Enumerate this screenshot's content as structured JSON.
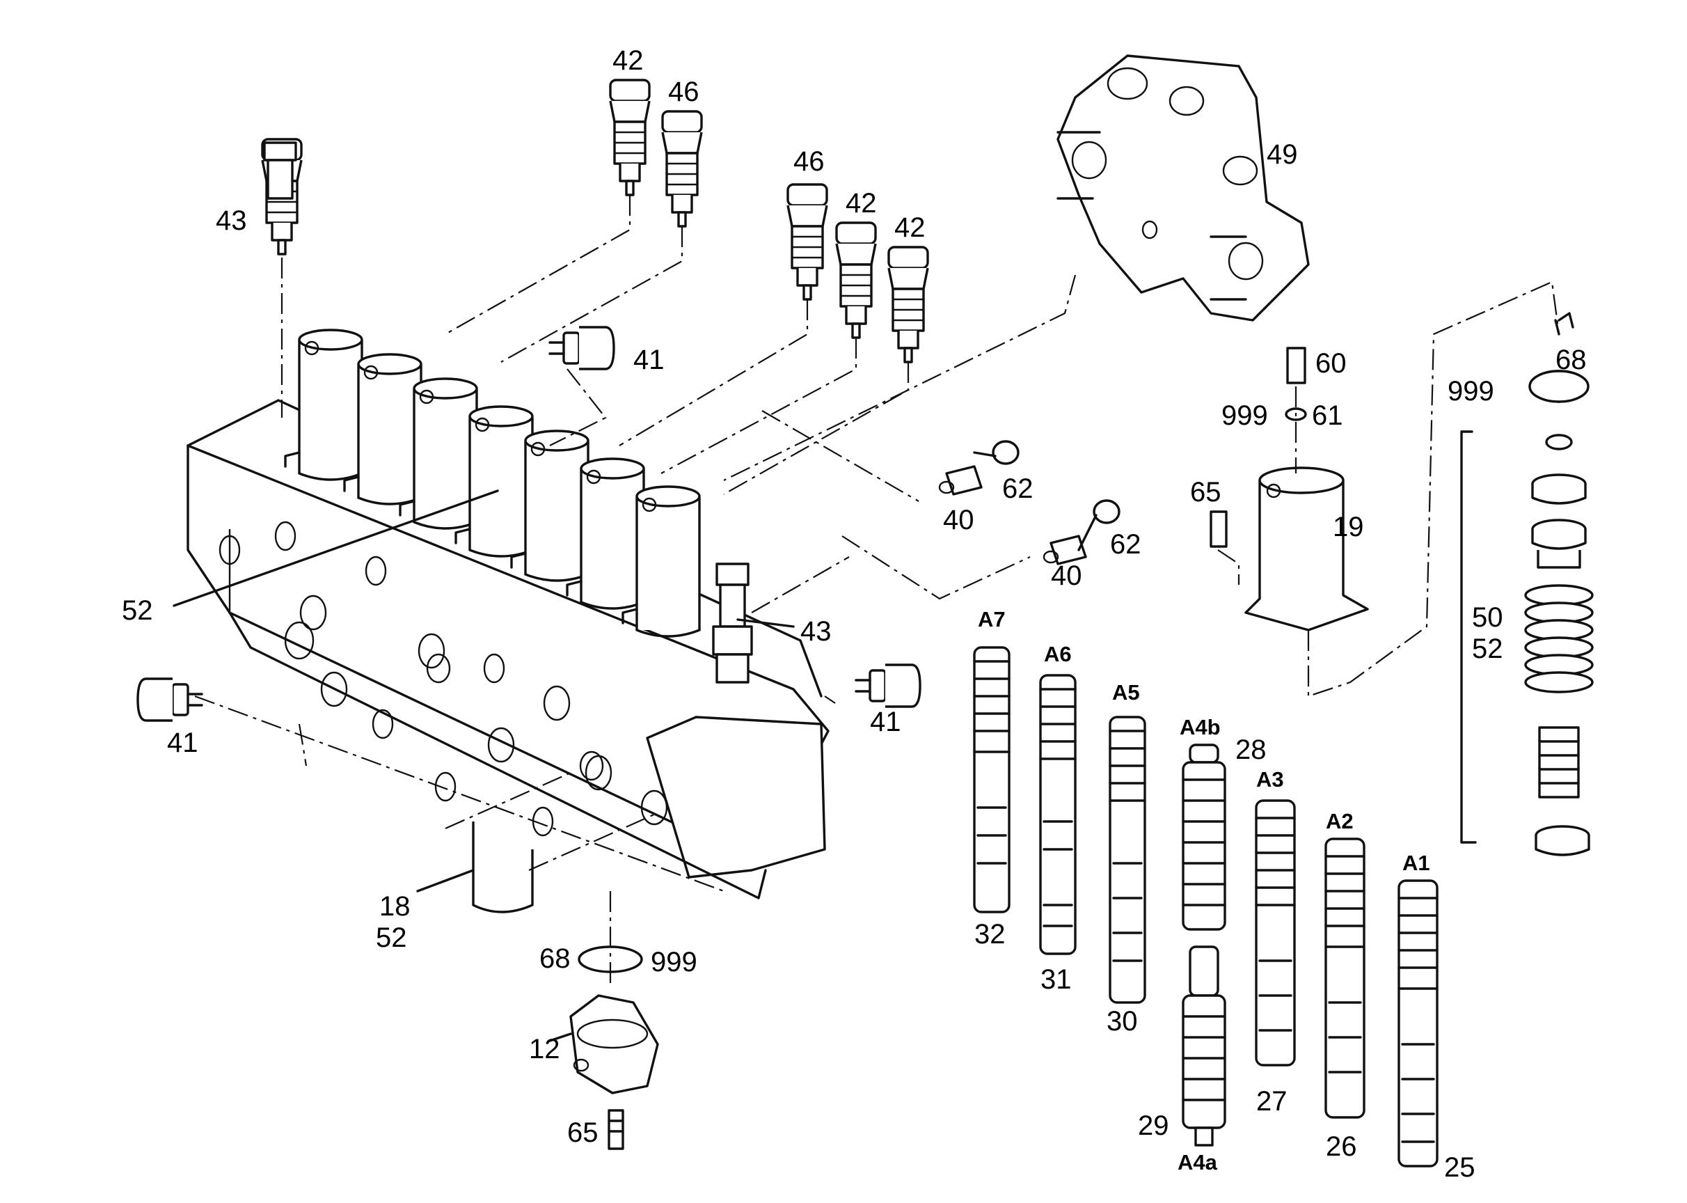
{
  "labels": {
    "p12": "12",
    "p18": "18",
    "p19": "19",
    "p25": "25",
    "p26": "26",
    "p27": "27",
    "p28": "28",
    "p29": "29",
    "p30": "30",
    "p31": "31",
    "p32": "32",
    "p40": "40",
    "p41": "41",
    "p42": "42",
    "p43": "43",
    "p46": "46",
    "p49": "49",
    "p50": "50",
    "p52": "52",
    "p60": "60",
    "p61": "61",
    "p62": "62",
    "p65": "65",
    "p68": "68",
    "p999": "999"
  },
  "spool_labels": {
    "a1": "A1",
    "a2": "A2",
    "a3": "A3",
    "a4a": "A4a",
    "a4b": "A4b",
    "a5": "A5",
    "a6": "A6",
    "a7": "A7"
  }
}
